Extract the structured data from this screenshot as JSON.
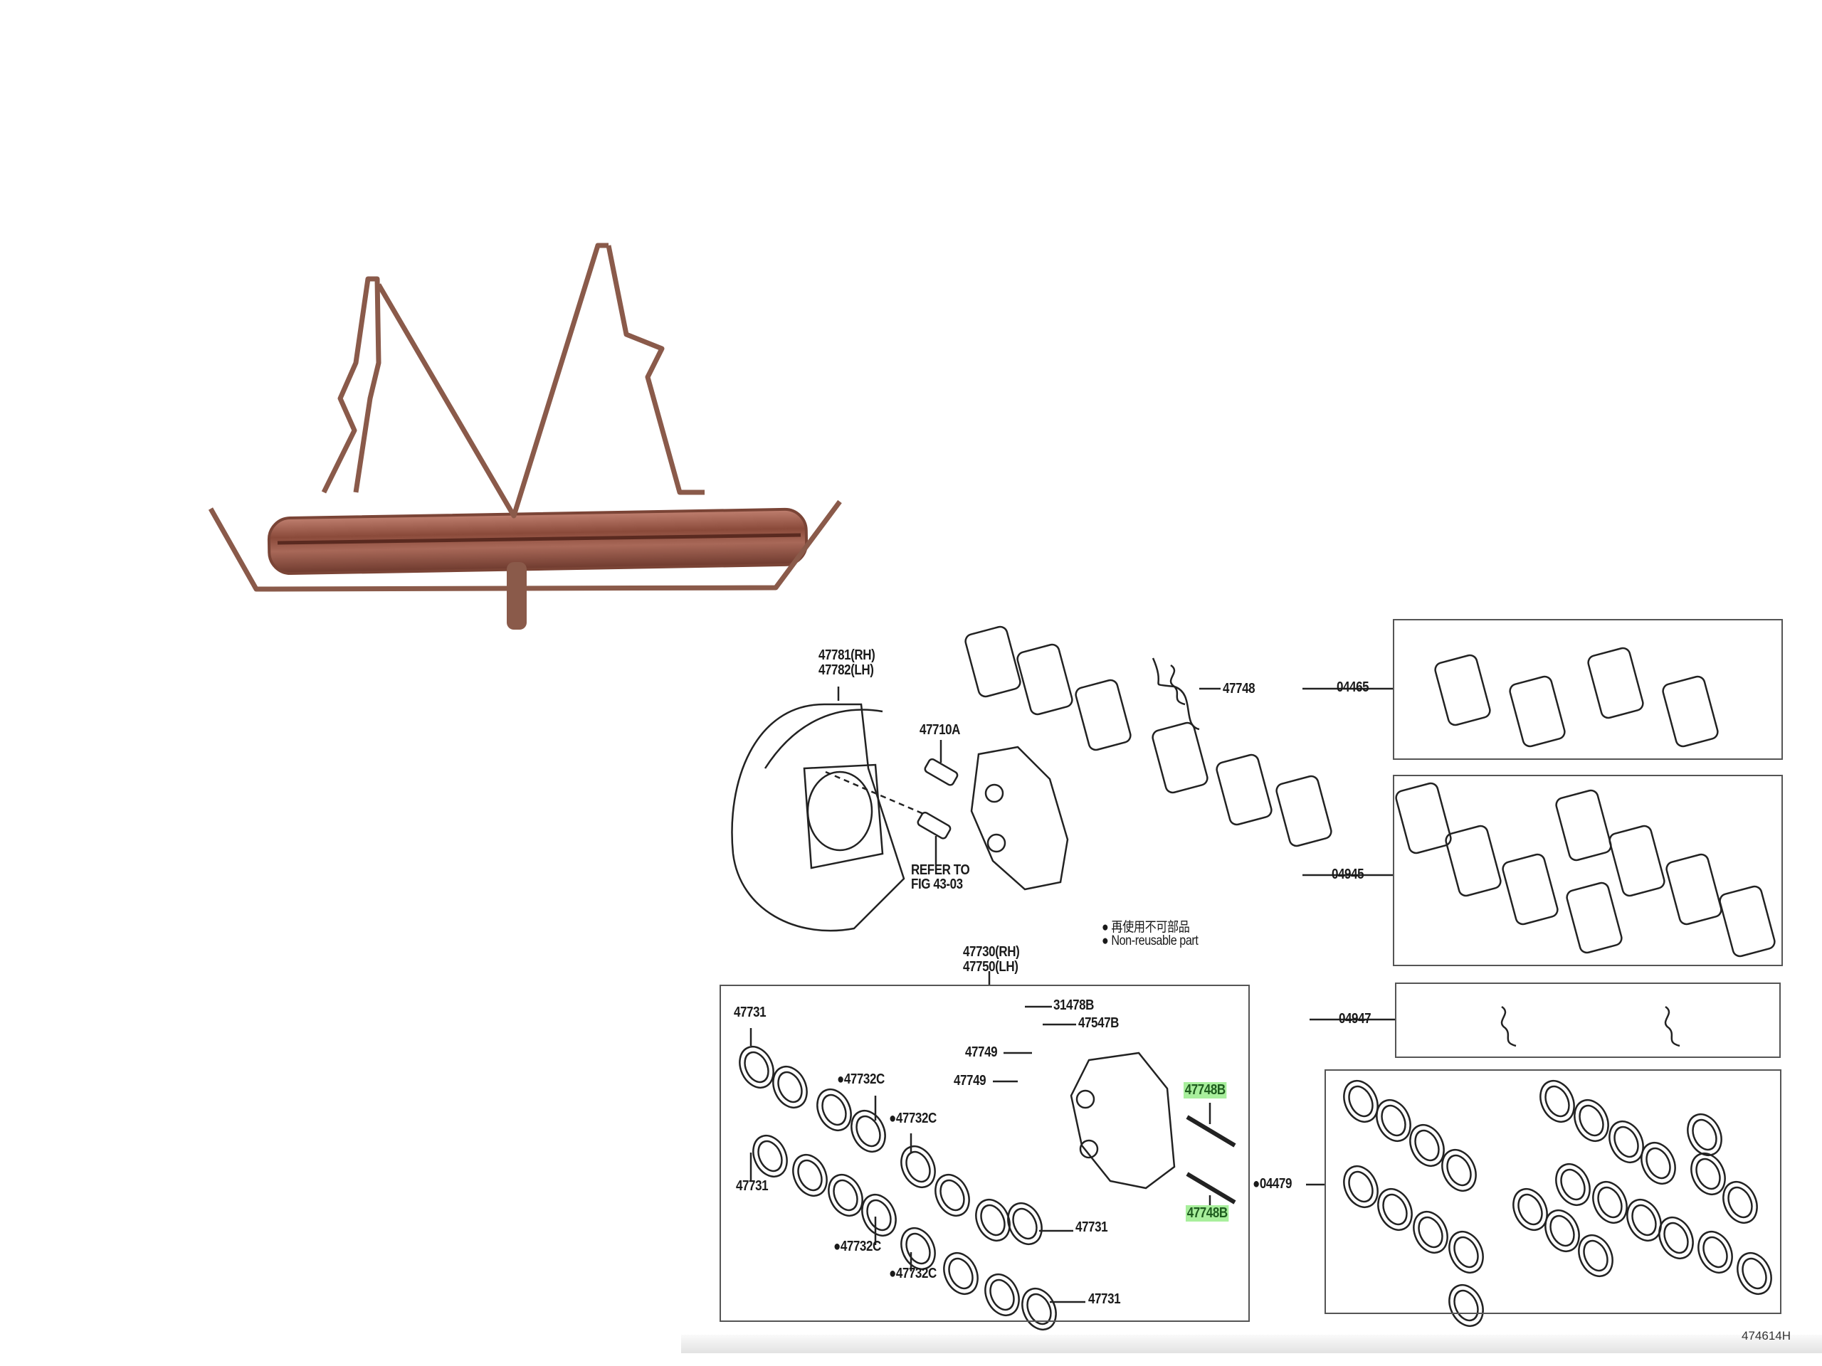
{
  "diagram": {
    "labels": {
      "shield": [
        "47781(RH)",
        "47782(LH)"
      ],
      "bolt": "47710A",
      "refer": [
        "REFER TO",
        "FIG 43-03"
      ],
      "spring_top": "47748",
      "legend": [
        "● 再使用不可部品",
        "● Non-reusable part"
      ],
      "caliper": [
        "47730(RH)",
        "47750(LH)"
      ],
      "kit_pads_1": "04465",
      "kit_pads_2": "04945",
      "kit_springs": "04947",
      "kit_seals": "●04479",
      "piston_1": "47731",
      "piston_2": "47731",
      "piston_3": "47731",
      "piston_4": "47731",
      "bleeder_cap": "31478B",
      "bleeder_plug": "47547B",
      "clip_1": "47749",
      "clip_2": "47749",
      "seal_1": "●47732C",
      "seal_2": "●47732C",
      "seal_3": "●47732C",
      "seal_4": "●47732C",
      "pin_1": "47748B",
      "pin_2": "47748B",
      "figure_code": "474614H"
    },
    "colors": {
      "highlight": "#a8ef9c",
      "clip_metal": "#9a5a48",
      "line": "#1a1a1a"
    }
  }
}
